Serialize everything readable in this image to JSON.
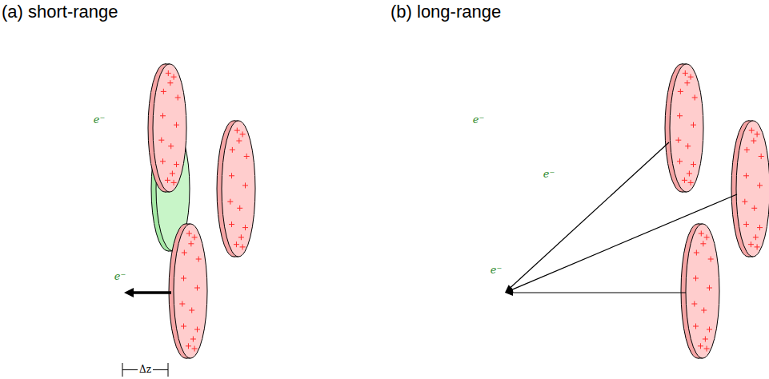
{
  "diagram": {
    "nodes": [
      {
        "text": [
          "e⁻"
        ]
      },
      {
        "text": [
          "e⁻"
        ]
      },
      {
        "text": [
          "e⁻"
        ]
      },
      {
        "text": [
          "e⁻"
        ]
      },
      {
        "text": [
          "e⁻"
        ]
      }
    ],
    "labels": [
      "(a) short-range",
      "(b) long-range",
      "Δz"
    ]
  }
}
